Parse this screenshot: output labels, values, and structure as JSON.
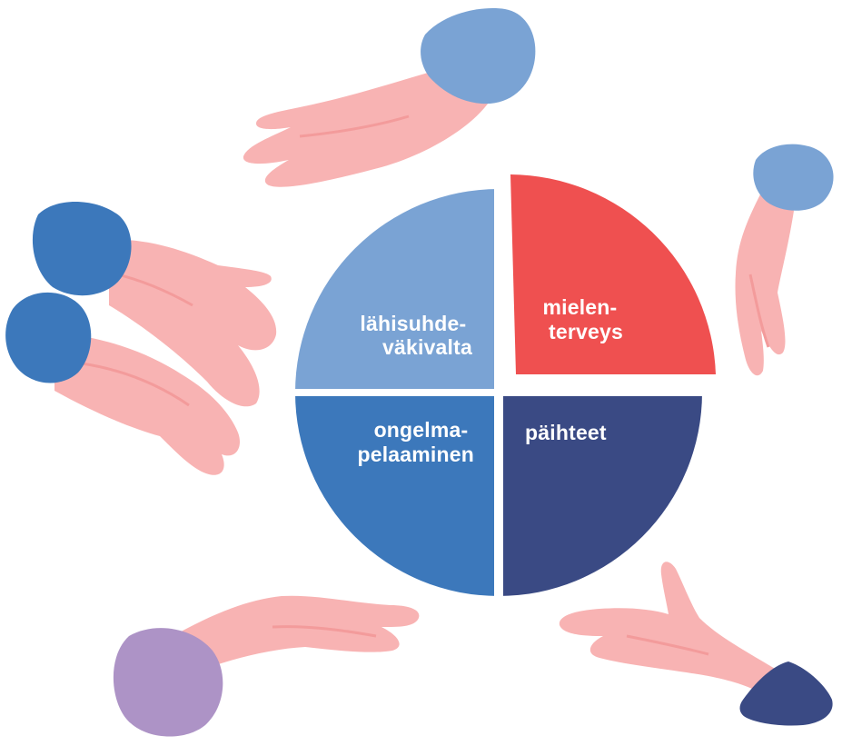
{
  "diagram": {
    "quadrants": [
      {
        "id": "domestic-violence",
        "lines": [
          "lähisuhde-",
          "väkivalta"
        ],
        "color": "#7aa3d4"
      },
      {
        "id": "mental-health",
        "lines": [
          "mielen-",
          "terveys"
        ],
        "color": "#ef5050"
      },
      {
        "id": "gambling",
        "lines": [
          "ongelma-",
          "pelaaminen"
        ],
        "color": "#3c78bb"
      },
      {
        "id": "substances",
        "lines": [
          "päihteet"
        ],
        "color": "#3a4a84"
      }
    ]
  },
  "hands": [
    {
      "icon": "hand-top-icon",
      "sleeve": "#7aa3d4"
    },
    {
      "icon": "hand-right-icon",
      "sleeve": "#7aa3d4"
    },
    {
      "icon": "handshake-left-icon",
      "sleeve": "#3c78bb"
    },
    {
      "icon": "hand-bottom-left-icon",
      "sleeve": "#ad93c6"
    },
    {
      "icon": "hand-bottom-right-icon",
      "sleeve": "#3a4a84"
    }
  ],
  "colors": {
    "skin": "#f8b3b3",
    "skin_shade": "#f39b9b"
  }
}
